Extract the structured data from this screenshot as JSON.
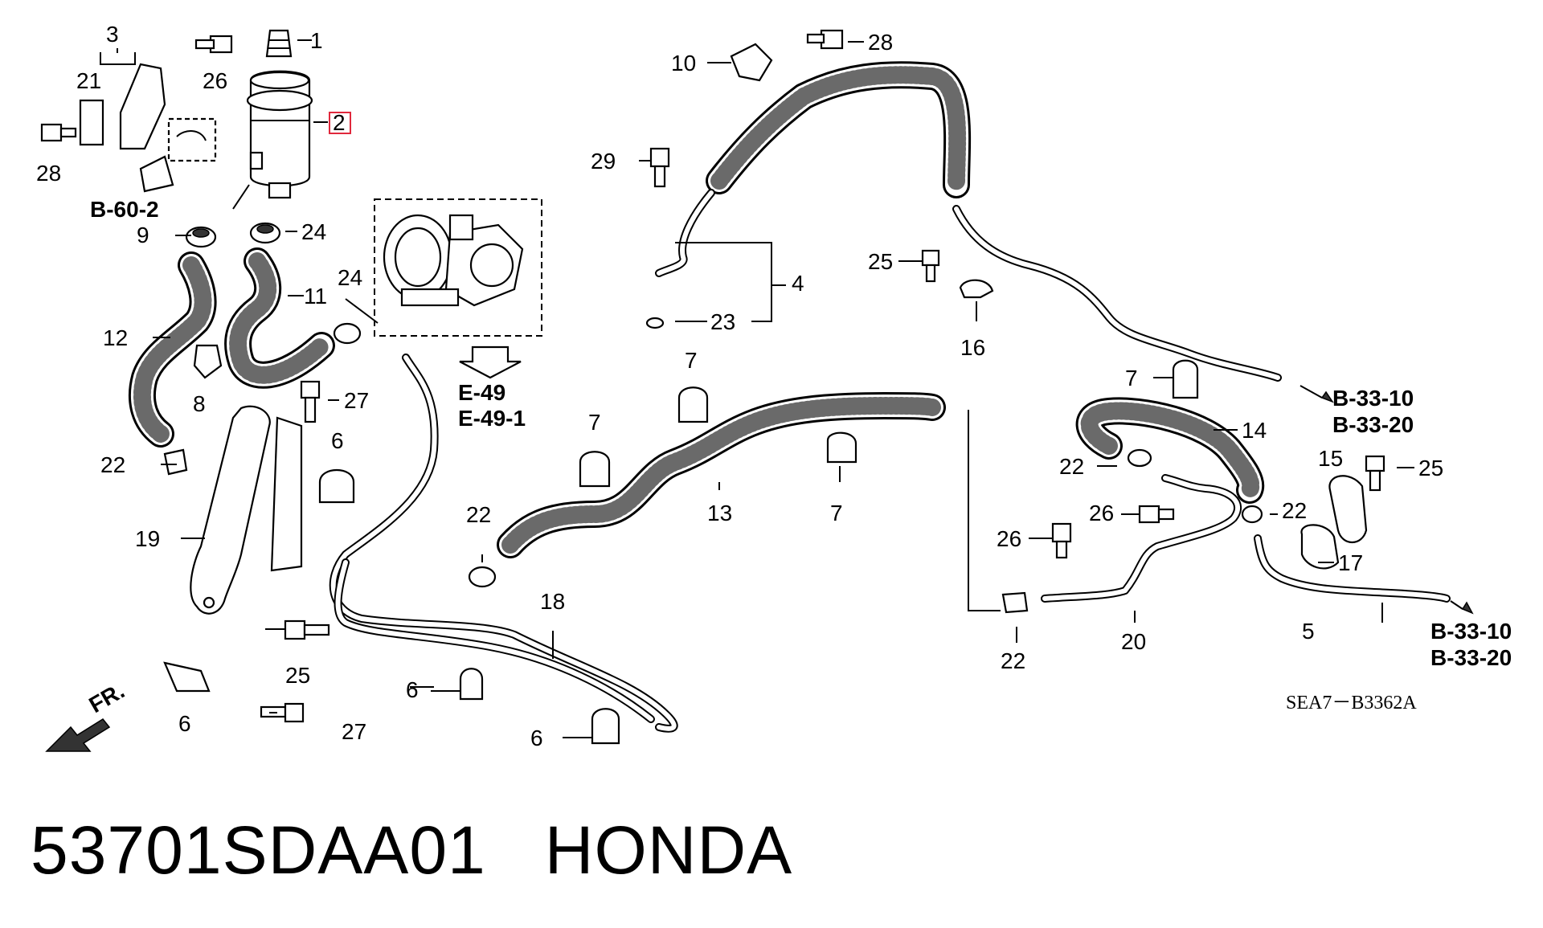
{
  "callouts": {
    "c1": "1",
    "c2": "2",
    "c3": "3",
    "c4": "4",
    "c5": "5",
    "c6a": "6",
    "c6b": "6",
    "c6c": "6",
    "c6d": "6",
    "c7a": "7",
    "c7b": "7",
    "c7c": "7",
    "c7d": "7",
    "c8": "8",
    "c9": "9",
    "c10": "10",
    "c11": "11",
    "c12": "12",
    "c13": "13",
    "c14": "14",
    "c15": "15",
    "c16": "16",
    "c17": "17",
    "c18": "18",
    "c19": "19",
    "c20": "20",
    "c21": "21",
    "c22a": "22",
    "c22b": "22",
    "c22c": "22",
    "c22d": "22",
    "c22e": "22",
    "c23": "23",
    "c24a": "24",
    "c24b": "24",
    "c25a": "25",
    "c25b": "25",
    "c25c": "25",
    "c26a": "26",
    "c26b": "26",
    "c26c": "26",
    "c27a": "27",
    "c27b": "27",
    "c28a": "28",
    "c28b": "28",
    "c29": "29"
  },
  "references": {
    "b_60_2": "B-60-2",
    "e_49": "E-49",
    "e_49_1": "E-49-1",
    "b_33_10_top": "B-33-10",
    "b_33_20_top": "B-33-20",
    "b_33_10_bottom": "B-33-10",
    "b_33_20_bottom": "B-33-20"
  },
  "direction_label": "FR.",
  "diagram_code": "SEA7－B3362A",
  "footer": {
    "part_number": "53701SDAA01",
    "brand": "HONDA"
  },
  "highlight_color": "#e0283c"
}
